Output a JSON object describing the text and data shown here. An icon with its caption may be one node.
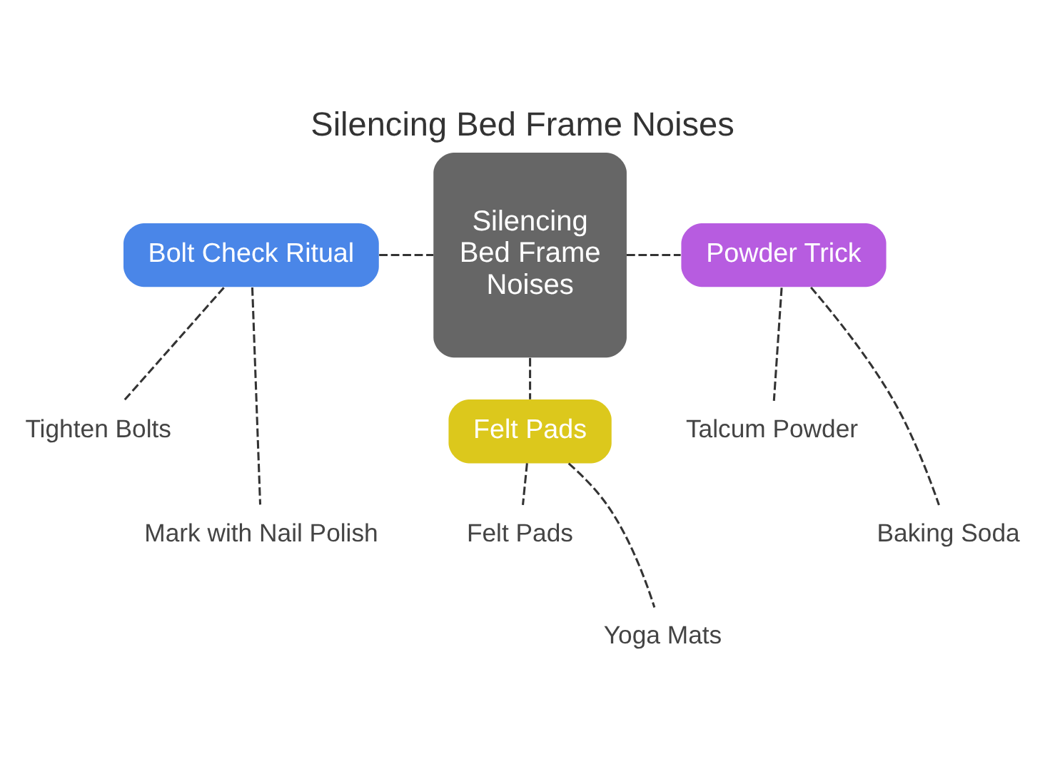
{
  "diagram": {
    "title": "Silencing Bed Frame Noises",
    "nodes": [
      {
        "text": [
          "Bolt Check Ritual"
        ]
      },
      {
        "text": [
          "Powder Trick"
        ]
      },
      {
        "text": [
          "Silencing Bed Frame Noises"
        ]
      },
      {
        "text": [
          "Tighten Bolts"
        ]
      },
      {
        "text": [
          "Talcum Powder"
        ]
      },
      {
        "text": [
          "Mark with Nail Polish"
        ]
      },
      {
        "text": [
          "Baking Soda"
        ]
      },
      {
        "text": [
          "Felt Pads"
        ]
      },
      {
        "text": [
          "Felt Pads"
        ]
      },
      {
        "text": [
          "Yoga Mats"
        ]
      }
    ],
    "edges": [
      {
        "from": 0,
        "to": 2,
        "arrow": "none",
        "style": "dashed"
      },
      {
        "from": 0,
        "to": 3,
        "arrow": "none",
        "style": "dashed"
      },
      {
        "from": 0,
        "to": 5,
        "arrow": "none",
        "style": "dashed"
      },
      {
        "from": 2,
        "to": 1,
        "arrow": "none",
        "style": "dashed"
      },
      {
        "from": 1,
        "to": 4,
        "arrow": "none",
        "style": "dashed"
      },
      {
        "from": 1,
        "to": 6,
        "arrow": "none",
        "style": "dashed"
      },
      {
        "from": 2,
        "to": 7,
        "arrow": "none",
        "style": "dashed"
      },
      {
        "from": 7,
        "to": 8,
        "arrow": "none",
        "style": "dashed"
      },
      {
        "from": 7,
        "to": 9,
        "arrow": "none",
        "style": "dashed"
      }
    ]
  }
}
